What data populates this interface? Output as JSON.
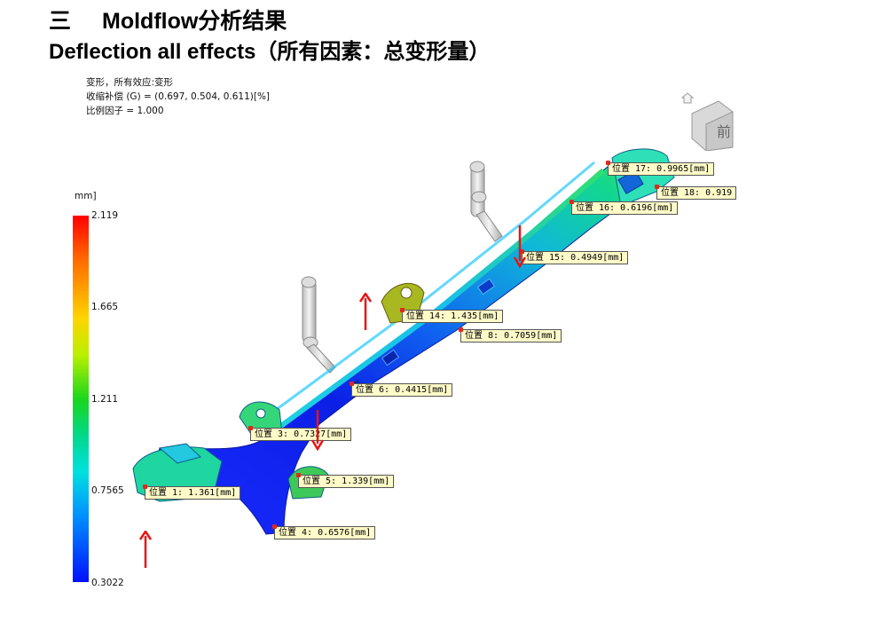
{
  "header": {
    "section_number": "三",
    "section_title": "Moldflow分析结果",
    "subtitle": "Deflection all effects（所有因素：总变形量）"
  },
  "result_info": {
    "line1": "变形，所有效应:变形",
    "line2": "收缩补偿 (G) = (0.697, 0.504, 0.611)[%]",
    "line3": "比例因子 = 1.000"
  },
  "legend": {
    "unit": "mm]",
    "ticks": [
      "2.119",
      "1.665",
      "1.211",
      "0.7565",
      "0.3022"
    ],
    "max": 2.119,
    "min": 0.3022,
    "colors": [
      "#ff0000",
      "#ffd400",
      "#1bd61b",
      "#00e0e0",
      "#0010ff"
    ]
  },
  "probes": [
    {
      "label": "位置 1: 1.361[mm]"
    },
    {
      "label": "位置 3: 0.7327[mm]"
    },
    {
      "label": "位置 4: 0.6576[mm]"
    },
    {
      "label": "位置 5: 1.339[mm]"
    },
    {
      "label": "位置 6: 0.4415[mm]"
    },
    {
      "label": "位置 8: 0.7059[mm]"
    },
    {
      "label": "位置 14: 1.435[mm]"
    },
    {
      "label": "位置 15: 0.4949[mm]"
    },
    {
      "label": "位置 16: 0.6196[mm]"
    },
    {
      "label": "位置 17: 0.9965[mm]"
    },
    {
      "label": "位置 18: 0.919"
    }
  ],
  "view_cube": {
    "face_label": "前"
  },
  "icons": {
    "home": "home-icon",
    "arrow": "red-arrow-icon",
    "arrow_color": "#e81414"
  }
}
